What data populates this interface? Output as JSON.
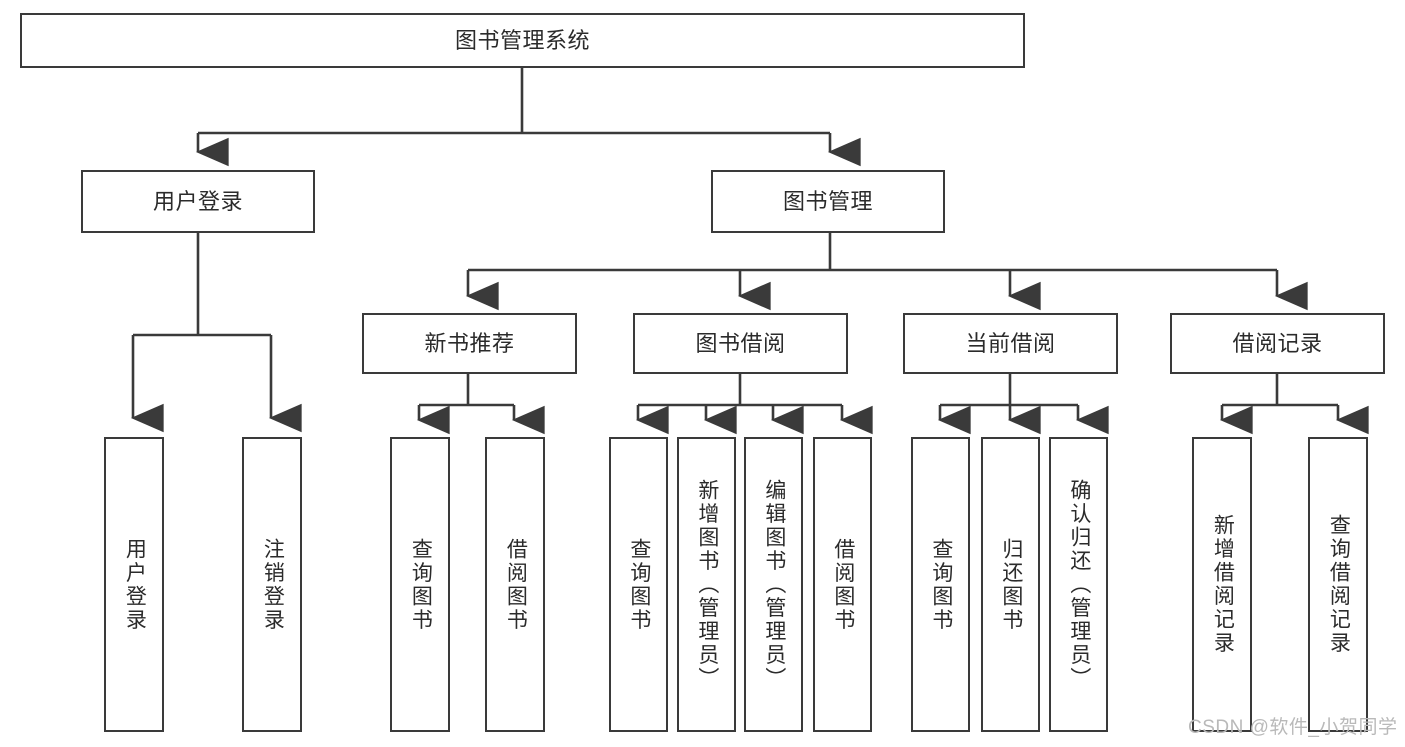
{
  "diagram": {
    "type": "tree-hierarchy-chart",
    "title_node": {
      "id": "root",
      "label": "图书管理系统"
    },
    "level2": [
      {
        "id": "login",
        "label": "用户登录"
      },
      {
        "id": "bookmgmt",
        "label": "图书管理"
      }
    ],
    "level3": [
      {
        "id": "newbook",
        "label": "新书推荐",
        "parent": "bookmgmt"
      },
      {
        "id": "borrow",
        "label": "图书借阅",
        "parent": "bookmgmt"
      },
      {
        "id": "current",
        "label": "当前借阅",
        "parent": "bookmgmt"
      },
      {
        "id": "record",
        "label": "借阅记录",
        "parent": "bookmgmt"
      }
    ],
    "leaves": [
      {
        "id": "leaf-login-1",
        "label": "用户登录",
        "parent": "login"
      },
      {
        "id": "leaf-login-2",
        "label": "注销登录",
        "parent": "login"
      },
      {
        "id": "leaf-newbook-1",
        "label": "查询图书",
        "parent": "newbook"
      },
      {
        "id": "leaf-newbook-2",
        "label": "借阅图书",
        "parent": "newbook"
      },
      {
        "id": "leaf-borrow-1",
        "label": "查询图书",
        "parent": "borrow"
      },
      {
        "id": "leaf-borrow-2",
        "label": "新增图书（管理员）",
        "parent": "borrow"
      },
      {
        "id": "leaf-borrow-3",
        "label": "编辑图书（管理员）",
        "parent": "borrow"
      },
      {
        "id": "leaf-borrow-4",
        "label": "借阅图书",
        "parent": "borrow"
      },
      {
        "id": "leaf-current-1",
        "label": "查询图书",
        "parent": "current"
      },
      {
        "id": "leaf-current-2",
        "label": "归还图书",
        "parent": "current"
      },
      {
        "id": "leaf-current-3",
        "label": "确认归还（管理员）",
        "parent": "current"
      },
      {
        "id": "leaf-record-1",
        "label": "新增借阅记录",
        "parent": "record"
      },
      {
        "id": "leaf-record-2",
        "label": "查询借阅记录",
        "parent": "record"
      }
    ],
    "watermark": "CSDN @软件_小贺同学",
    "colors": {
      "stroke": "#3a3a3a",
      "text": "#2b2b2b",
      "background": "#ffffff",
      "watermark": "#b9b9b9"
    }
  }
}
